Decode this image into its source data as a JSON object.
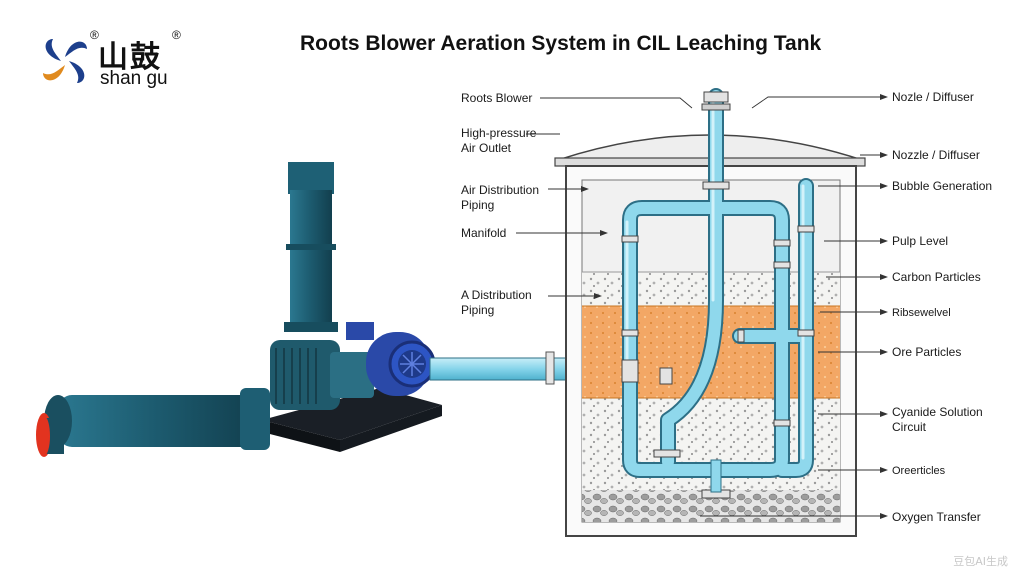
{
  "brand": {
    "name_cn": "山鼓",
    "name_en": "shan gu",
    "reg": "®"
  },
  "title": "Roots Blower Aeration System in CIL Leaching Tank",
  "left_labels": {
    "roots_blower": "Roots Blower",
    "hp_outlet_1": "High-pressure",
    "hp_outlet_2": "Air Outlet",
    "air_dist_1": "Air Distribution",
    "air_dist_2": "Piping",
    "manifold": "Manifold",
    "a_dist_1": "A Distribution",
    "a_dist_2": "Piping"
  },
  "right_labels": {
    "nozle": "Nozle / Diffuser",
    "nozzle": "Nozzle / Diffuser",
    "bubble": "Bubble Generation",
    "pulp": "Pulp Level",
    "carbon": "Carbon Particles",
    "rise": "Ribsewelvel",
    "ore": "Ore Particles",
    "cyanide_1": "Cyanide Solution",
    "cyanide_2": "Circuit",
    "oreart": "Oreerticles",
    "oxygen": "Oxygen Transfer"
  },
  "watermark": "豆包AI生成",
  "colors": {
    "pipe": "#8fd8ec",
    "pipe_edge": "#2d6f86",
    "blower": "#1f5e72",
    "motor": "#2a49a8",
    "orange_band": "#f3a765",
    "tank_wall": "#555555"
  }
}
